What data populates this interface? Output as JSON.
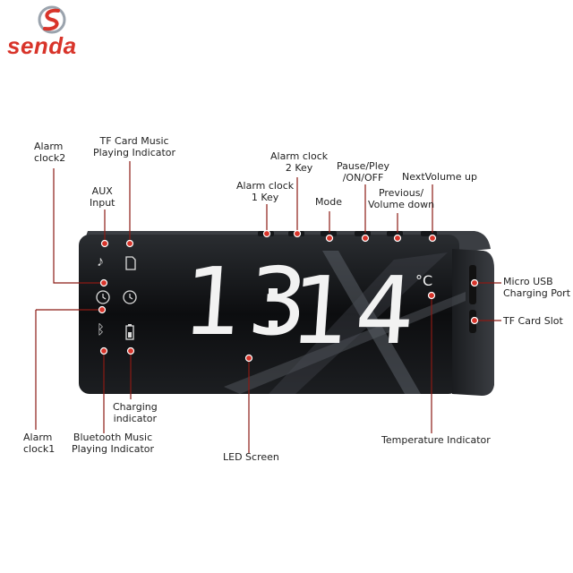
{
  "brand": {
    "name": "senda",
    "accent": "#d8342a"
  },
  "display": {
    "time_left": "13",
    "time_right": "14",
    "temp_unit": "°C"
  },
  "labels": {
    "alarm_clock2": [
      "Alarm",
      "clock2"
    ],
    "tf_card_music": [
      "TF Card Music",
      "Playing Indicator"
    ],
    "aux_input": [
      "AUX",
      "Input"
    ],
    "alarm_clock_1_key": [
      "Alarm clock",
      "1 Key"
    ],
    "alarm_clock_2_key": [
      "Alarm clock",
      "2 Key"
    ],
    "mode": [
      "Mode"
    ],
    "pause_play": [
      "Pause/Pley",
      "/ON/OFF"
    ],
    "previous_volume_down": [
      "Previous/",
      "Volume down"
    ],
    "next_volume_up": [
      "NextVolume up"
    ],
    "micro_usb": [
      "Micro USB",
      "Charging Port"
    ],
    "tf_card_slot": [
      "TF Card Slot"
    ],
    "charging_indicator": [
      "Charging",
      "indicator"
    ],
    "alarm_clock1": [
      "Alarm",
      "clock1"
    ],
    "bluetooth_music": [
      "Bluetooth Music",
      "Playing Indicator"
    ],
    "led_screen": [
      "LED Screen"
    ],
    "temperature_indicator": [
      "Temperature Indicator"
    ]
  },
  "icons": [
    "aux-icon",
    "sd-card-icon",
    "alarm-clock-icon",
    "bluetooth-icon",
    "battery-icon"
  ]
}
